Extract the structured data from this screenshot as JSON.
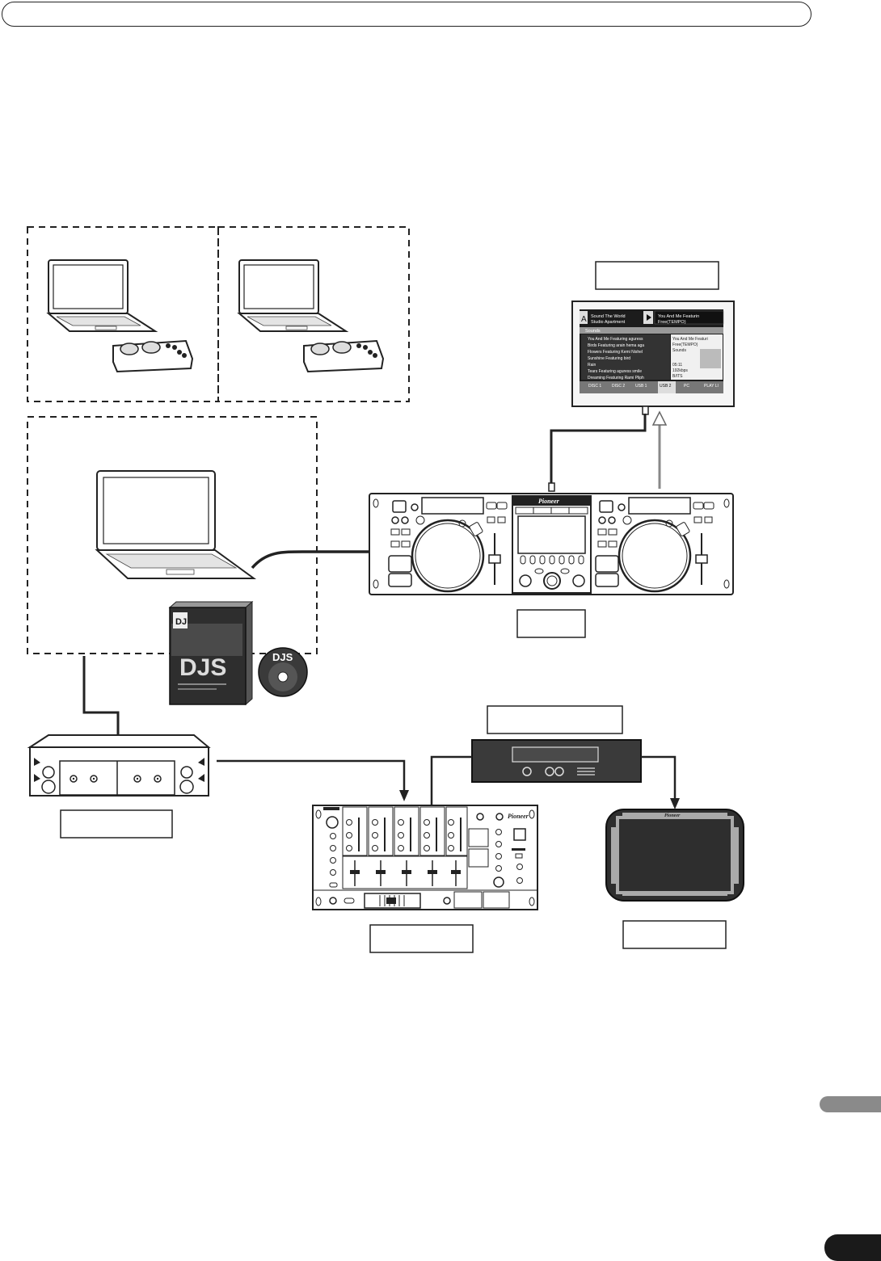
{
  "page": {
    "labels": {
      "brand_top": "Pioneer",
      "brand_mixer": "Pioneer",
      "brand_speaker": "Pioneer"
    },
    "monitor_screen": {
      "deck_a_letter": "A",
      "deck_a_title": "Sound The World",
      "deck_a_artist": "Studio Apartment",
      "deck_b_title": "You And Me Featurin",
      "deck_b_artist": "Free(TEMPO)",
      "list_header": "Sounds",
      "tracks": [
        "You And Me Featuring aguress",
        "Birds Featuring arain hema aga",
        "Flowers Featuring Kemi Nishel",
        "Sunshine Featuring bird",
        "Rain",
        "Tears Featuring aguress smile",
        "Dreaming Featuring Rami Pliph"
      ],
      "info_lines": [
        "You And Me Featuri",
        "Free(TEMPO)",
        "Sounds",
        "05:11",
        "192kbps",
        "B/ITS"
      ],
      "tabs": [
        "DISC 1",
        "DISC 2",
        "USB 1",
        "USB 2",
        "PC",
        "PLAY LI"
      ]
    },
    "software_box": {
      "brand_badge": "DJ",
      "product_name": "DJS",
      "disc_label": "DJS"
    }
  }
}
